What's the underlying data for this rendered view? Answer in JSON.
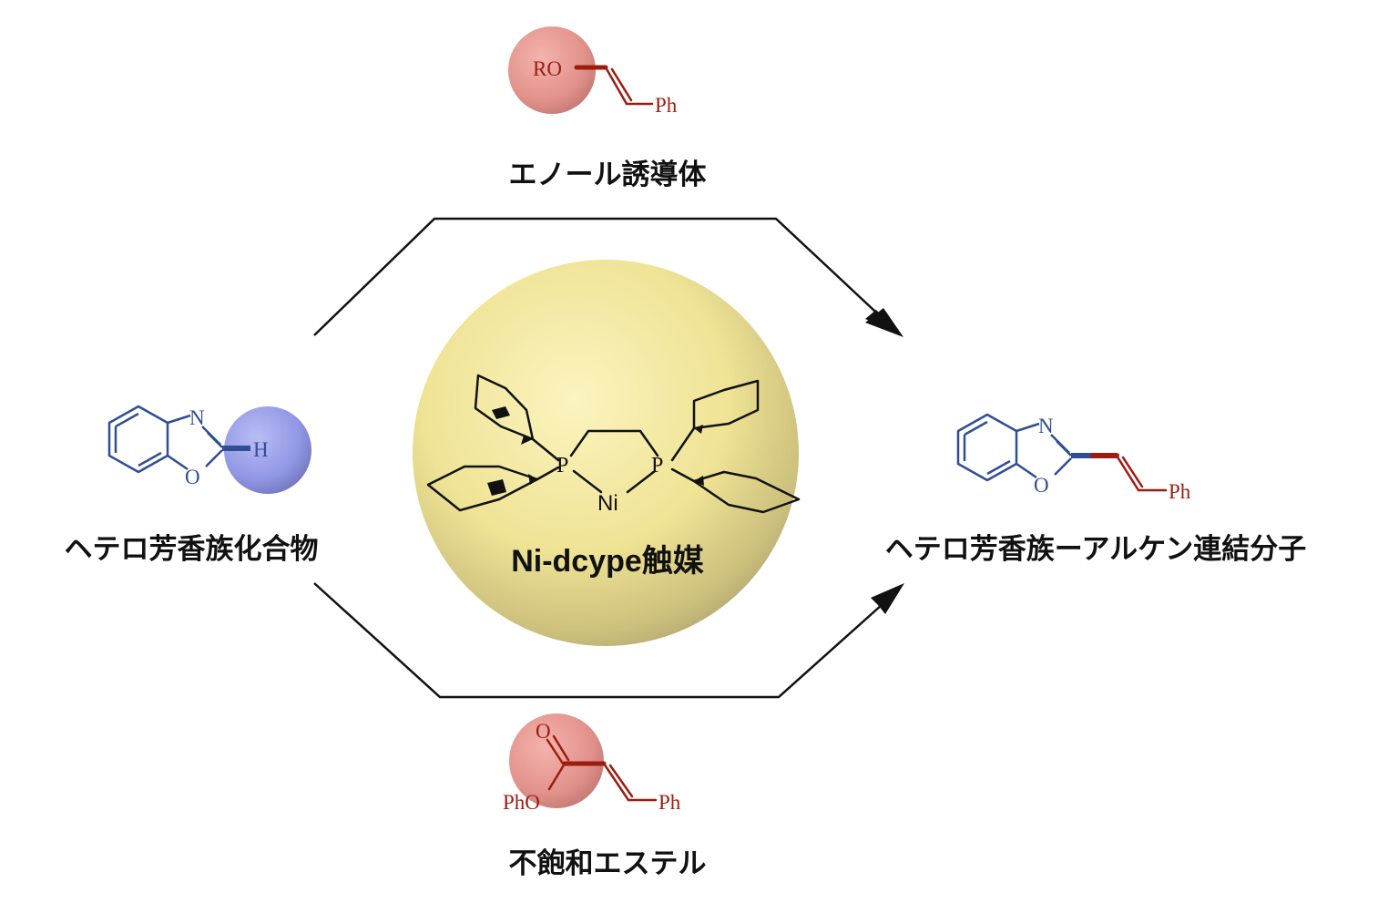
{
  "colors": {
    "blue": "#2f4e93",
    "red": "#9c1c10",
    "sphere_red": "#e89a94",
    "sphere_blue": "#9a9fe8",
    "sphere_yellow": "#f1e79a",
    "line": "#111111"
  },
  "labels": {
    "enol": "エノール誘導体",
    "heteroaromatic": "ヘテロ芳香族化合物",
    "product": "ヘテロ芳香族ーアルケン連結分子",
    "ester": "不飽和エステル",
    "catalyst": "Ni-dcype触媒"
  },
  "atoms": {
    "enol_ro": "RO",
    "enol_ph": "Ph",
    "left_n": "N",
    "left_o": "O",
    "left_h": "H",
    "right_n": "N",
    "right_o": "O",
    "right_ph": "Ph",
    "ester_o": "O",
    "ester_pho": "PhO",
    "ester_ph": "Ph",
    "p_left": "P",
    "p_right": "P",
    "ni": "Ni"
  }
}
